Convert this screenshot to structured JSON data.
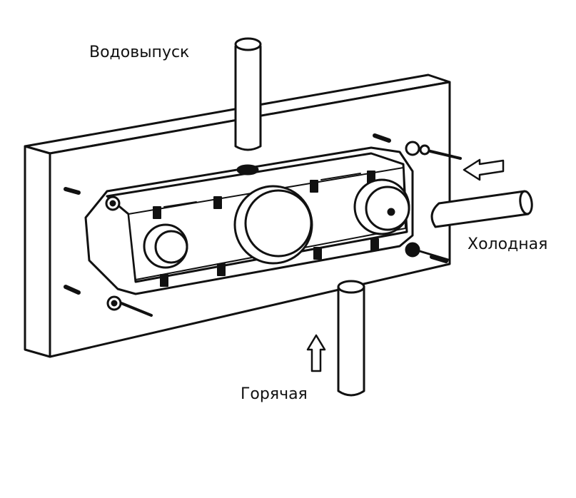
{
  "labels": {
    "outlet": "Водовыпуск",
    "cold": "Холодная",
    "hot": "Горячая"
  },
  "colors": {
    "line": "#111111",
    "background": "#ffffff"
  },
  "icons": [
    "arrow-left-icon",
    "arrow-up-icon"
  ]
}
